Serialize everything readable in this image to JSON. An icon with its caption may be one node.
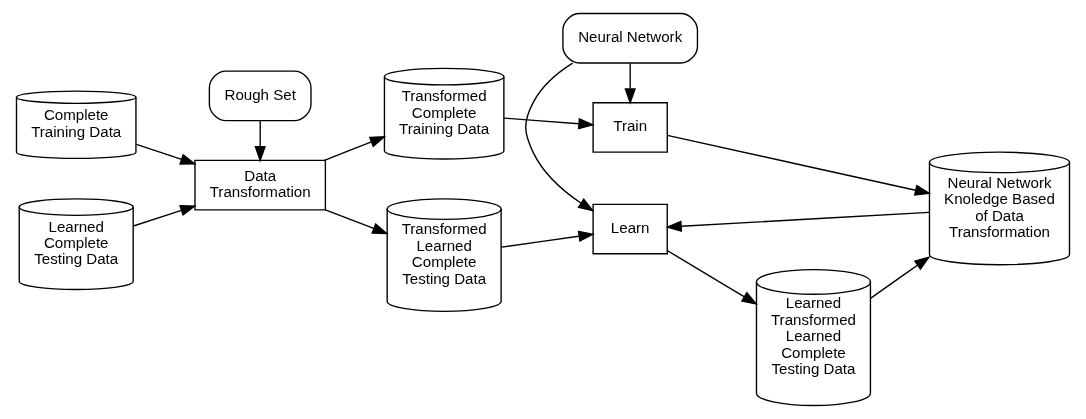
{
  "diagram": {
    "nodes": [
      {
        "text": [
          "Complete Training Data"
        ]
      },
      {
        "text": [
          "Learned Complete Testing Data"
        ]
      },
      {
        "text": [
          "Data Transformation"
        ]
      },
      {
        "text": [
          "Rough Set"
        ]
      },
      {
        "text": [
          "Transformed Complete Training Data"
        ]
      },
      {
        "text": [
          "Transformed Learned Complete Testing Data"
        ]
      },
      {
        "text": [
          "Train"
        ]
      },
      {
        "text": [
          "Neural Network"
        ]
      },
      {
        "text": [
          "Learn"
        ]
      },
      {
        "text": [
          "Neural Network Knoledge Based of Data Transformation"
        ]
      },
      {
        "text": [
          "Learned Transformed Learned Complete Testing Data"
        ]
      }
    ],
    "edges": [
      {
        "from": 0,
        "to": 2,
        "arrow": "to"
      },
      {
        "from": 1,
        "to": 2,
        "arrow": "to"
      },
      {
        "from": 3,
        "to": 2,
        "arrow": "to"
      },
      {
        "from": 2,
        "to": 4,
        "arrow": "to"
      },
      {
        "from": 2,
        "to": 5,
        "arrow": "to"
      },
      {
        "from": 4,
        "to": 6,
        "arrow": "to"
      },
      {
        "from": 5,
        "to": 8,
        "arrow": "to"
      },
      {
        "from": 7,
        "to": 6,
        "arrow": "to"
      },
      {
        "from": 7,
        "to": 8,
        "arrow": "to"
      },
      {
        "from": 6,
        "to": 9,
        "arrow": "to"
      },
      {
        "from": 9,
        "to": 8,
        "arrow": "to"
      },
      {
        "from": 8,
        "to": 10,
        "arrow": "to"
      },
      {
        "from": 10,
        "to": 9,
        "arrow": "to"
      }
    ]
  }
}
